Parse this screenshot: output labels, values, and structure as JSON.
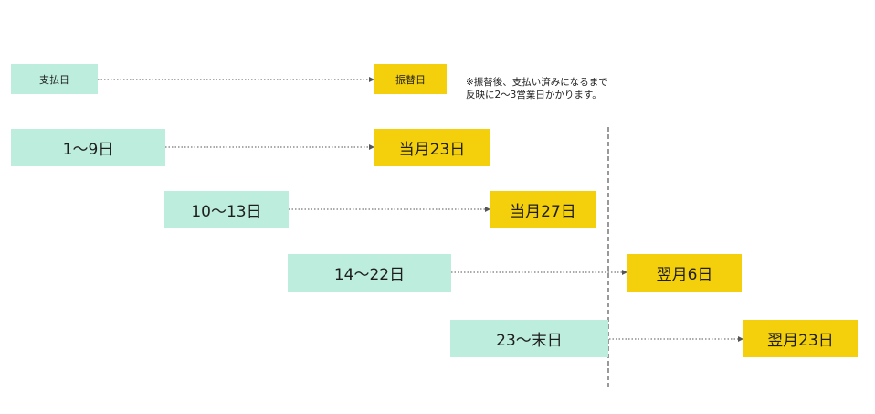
{
  "header": {
    "payment_label": "支払日",
    "transfer_label": "振替日"
  },
  "note": {
    "line1": "※振替後、支払い済みになるまで",
    "line2": "反映に2～3営業日かかります。"
  },
  "rows": [
    {
      "payment": "1～9日",
      "transfer": "当月23日"
    },
    {
      "payment": "10～13日",
      "transfer": "当月27日"
    },
    {
      "payment": "14～22日",
      "transfer": "翌月6日"
    },
    {
      "payment": "23～末日",
      "transfer": "翌月23日"
    }
  ],
  "colors": {
    "payment_box": "#bdeddd",
    "transfer_box": "#f4cf0c"
  }
}
